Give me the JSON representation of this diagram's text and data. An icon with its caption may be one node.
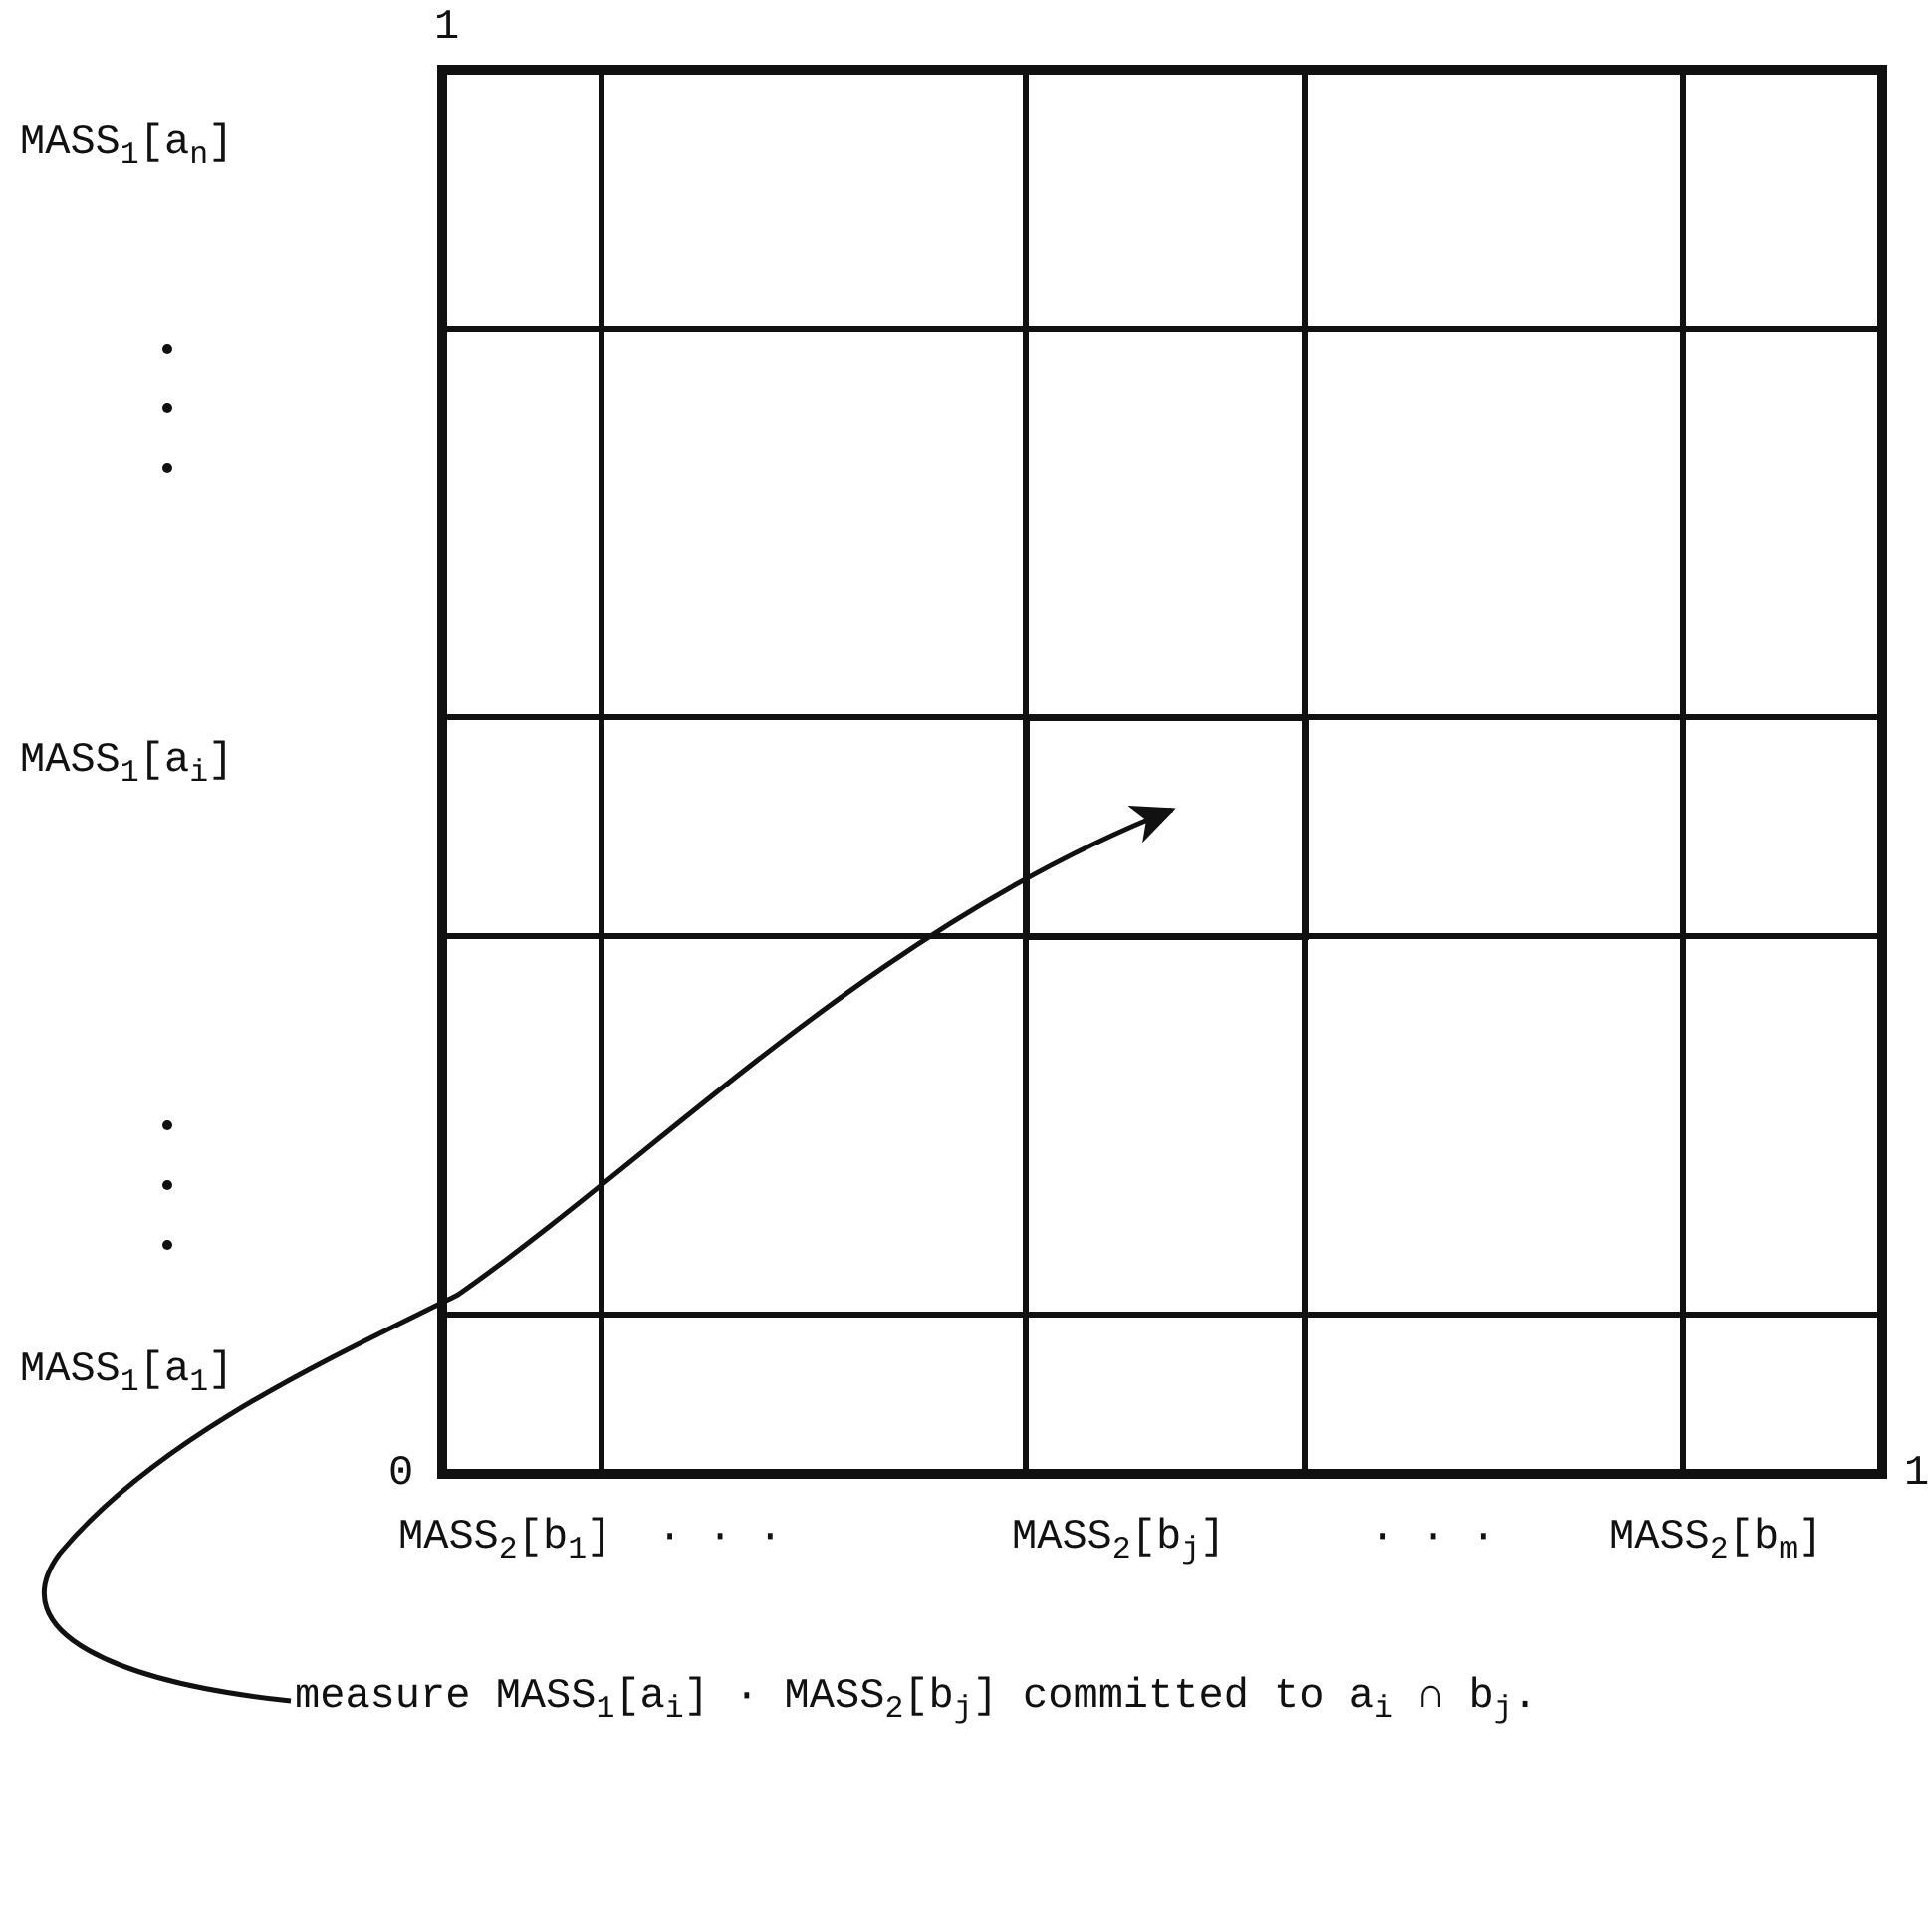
{
  "diagram": {
    "nodes": [
      {
        "text": [
          "measure MASS$_{1}$[a$_{i}$] · MASS$_{2}$[b$_{j}$] committed to a$_{i}$ ∩ b$_{j}$."
        ]
      },
      {
        "text": [],
        "shape": "box"
      }
    ],
    "edges": [
      {
        "from": 0,
        "to": 1,
        "arrow": "to"
      }
    ],
    "labels": [
      "1",
      "MASS$_{1}$[a$_{n}$]",
      "MASS$_{1}$[a$_{i}$]",
      "MASS$_{1}$[a$_{1}$]",
      "0",
      "1",
      "MASS$_{2}$[b$_{1}$]",
      "· · ·",
      "MASS$_{2}$[b$_{j}$]",
      "· · ·",
      "MASS$_{2}$[b$_{m}$]"
    ]
  }
}
